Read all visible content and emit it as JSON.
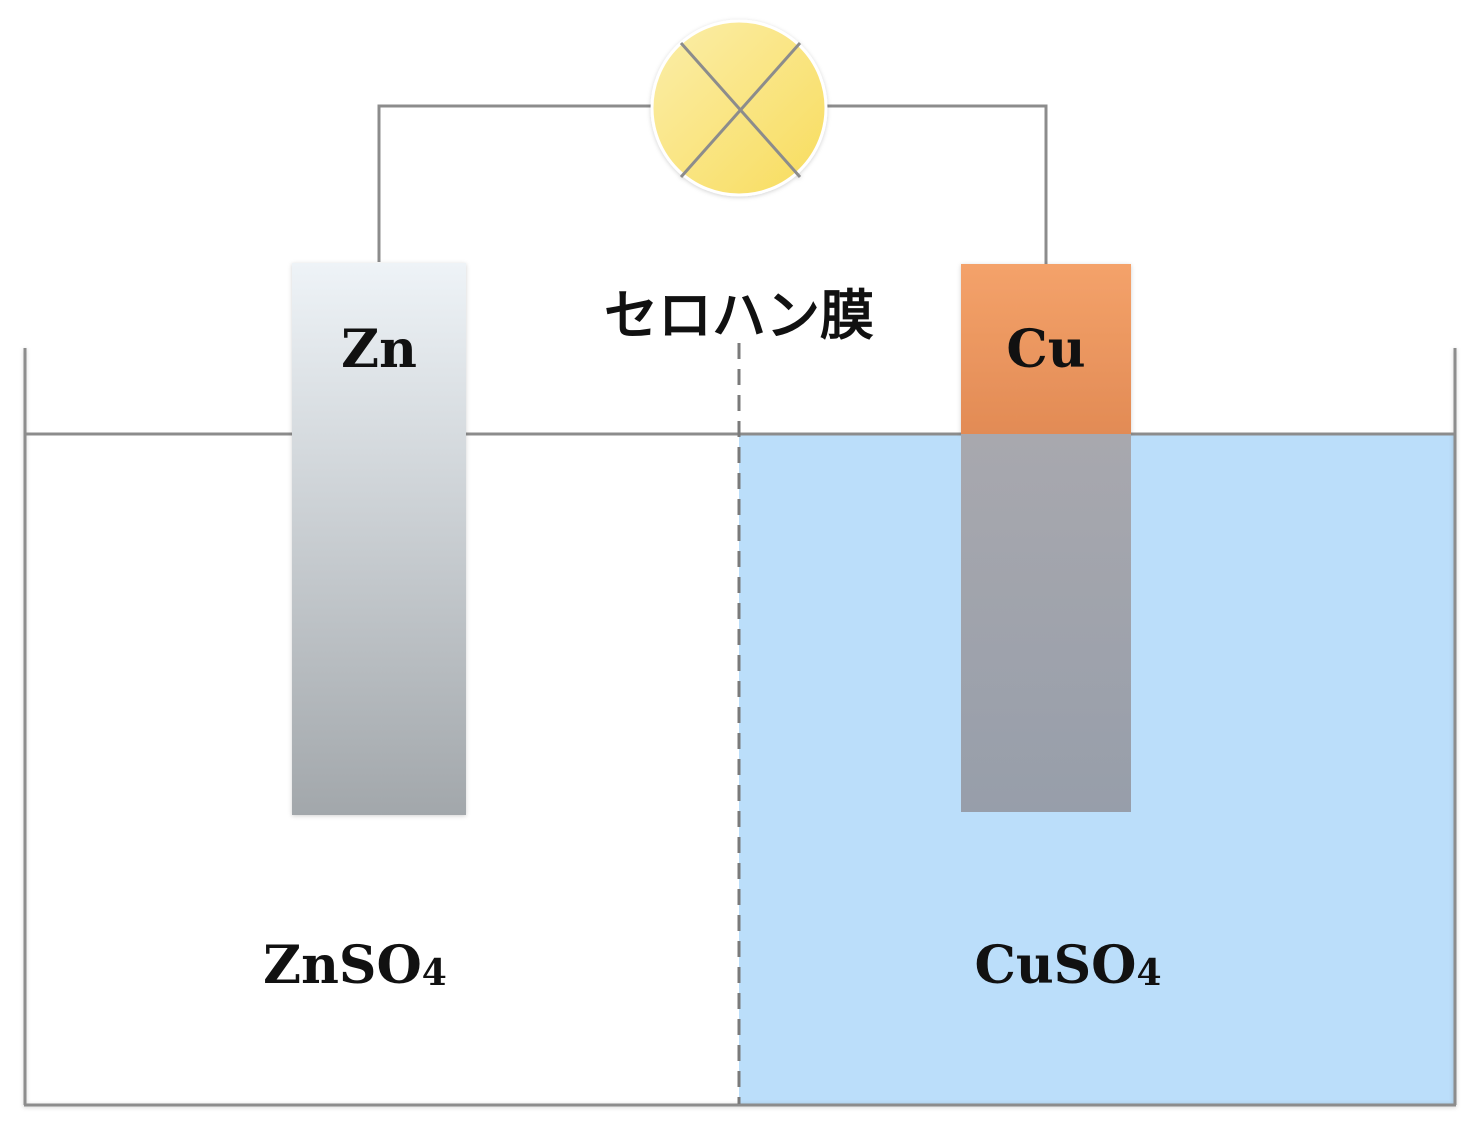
{
  "labels": {
    "zn_electrode": "Zn",
    "cu_electrode": "Cu",
    "membrane": "セロハン膜",
    "left_solution_base": "ZnSO",
    "left_solution_sub": "4",
    "right_solution_base": "CuSO",
    "right_solution_sub": "4"
  },
  "icons": {
    "lamp": "lamp-icon"
  },
  "colors": {
    "wire": "#8c8c8c",
    "cuso4_solution": "#bbdefa",
    "lamp_fill": "#f9e27a",
    "zn_top": "#eef3f7",
    "zn_bottom": "#a2a7ab",
    "cu_top": "#f2a068",
    "cu_bottom": "#e08a55",
    "membrane_line": "#7a7a7a"
  }
}
